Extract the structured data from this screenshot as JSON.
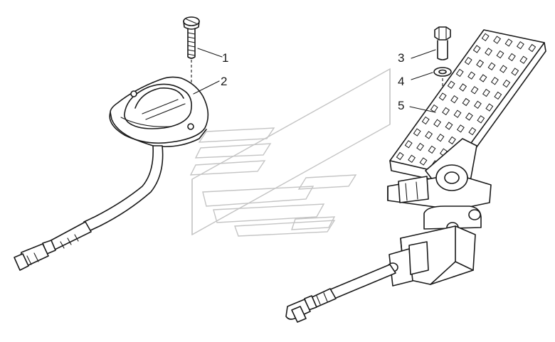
{
  "callouts": [
    {
      "id": "1",
      "text": "1"
    },
    {
      "id": "2",
      "text": "2"
    },
    {
      "id": "3",
      "text": "3"
    },
    {
      "id": "4",
      "text": "4"
    },
    {
      "id": "5",
      "text": "5"
    }
  ],
  "colors": {
    "line": "#1a1a1a",
    "watermark": "#c4c4c4",
    "background": "#ffffff"
  }
}
